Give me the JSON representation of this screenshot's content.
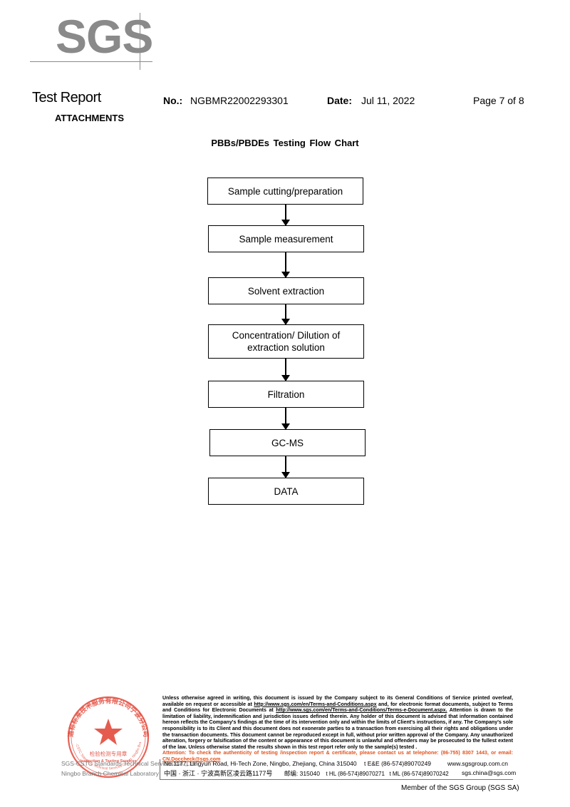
{
  "logo": {
    "text": "SGS"
  },
  "header": {
    "title": "Test Report",
    "no_label": "No.:",
    "no_value": "NGBMR22002293301",
    "date_label": "Date:",
    "date_value": "Jul 11, 2022",
    "page": "Page 7 of 8"
  },
  "section": "ATTACHMENTS",
  "chart_title": "PBBs/PBDEs Testing Flow Chart",
  "flow": [
    [
      "Sample cutting/preparation"
    ],
    [
      "Sample measurement"
    ],
    [
      "Solvent extraction"
    ],
    [
      "Concentration/ Dilution of",
      "extraction solution"
    ],
    [
      "Filtration"
    ],
    [
      "GC-MS"
    ],
    [
      "DATA"
    ]
  ],
  "footer": {
    "disclaimer_1": "Unless otherwise agreed in writing, this document is issued by the Company subject to its General Conditions of Service printed overleaf, available on request or accessible at ",
    "link_1": "http://www.sgs.com/en/Terms-and-Conditions.aspx",
    "disclaimer_2": " and, for electronic format documents, subject to Terms and Conditions for Electronic Documents at ",
    "link_2": "http://www.sgs.com/en/Terms-and-Conditions/Terms-e-Document.aspx.",
    "disclaimer_3": " Attention is drawn to the limitation of liability, indemnification and jurisdiction issues defined therein. Any holder of this document is advised that information contained hereon reflects the Company's findings at the time of its intervention only and within the limits of Client's instructions, if any. The Company's sole responsibility is to its Client and this document does not exonerate parties to a transaction from exercising all their rights and obligations under the transaction documents. This document cannot be reproduced except in full, without prior written approval of the Company. Any unauthorized alteration, forgery or falsification of the content or appearance of this document is unlawful and offenders may be prosecuted to the fullest extent of the law. Unless otherwise stated the results shown in this test report refer only to the sample(s) tested .",
    "attention": "Attention: To check the authenticity of testing /inspection report & certificate, please contact us at telephone: (86-755) 8307 1443, or email: ",
    "attention_email": "CN.Doccheck@sgs.com",
    "branch_1": "SGS-CSTC Standards Technical Services Co.,Ltd.",
    "branch_2": "Ningbo Branch Chemical Laboratory",
    "address_en": "No.1177, Lingyun Road, Hi-Tech Zone, Ningbo, Zhejiang, China 315040",
    "tel_en": "t E&E (86-574)89070249",
    "website": "www.sgsgroup.com.cn",
    "address_cn": "中国 · 浙江 · 宁波高新区凌云路1177号",
    "postcode_cn": "邮编: 315040",
    "tel_hl": "t HL  (86-574)89070271",
    "tel_ml": "t ML  (86-574)89070242",
    "email": "sgs.china@sgs.com",
    "member": "Member of the SGS Group (SGS SA)"
  },
  "stamp": {
    "top_text": "通标标准技术服务有限公司宁波分公司",
    "center_text": "检验检测专用章",
    "band_text": "Inspection & Testing Services",
    "bottom_text": "SGS-CSTC Standards Technical Services Co.,Ltd. Ningbo Branch",
    "color": "#e24a3b"
  }
}
